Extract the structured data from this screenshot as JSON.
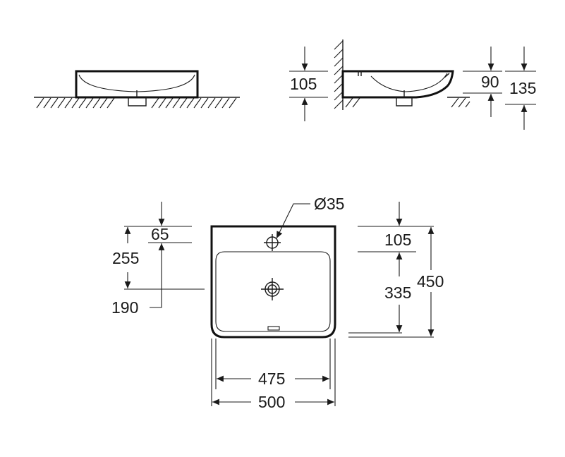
{
  "drawing": {
    "side_view_dims": {
      "height_left": "105",
      "height_inner": "90",
      "height_total": "135"
    },
    "top_view_dims": {
      "tap_hole": "Ø35",
      "tap_offset": "65",
      "drain_from_back": "255",
      "back_depth": "190",
      "right_top": "105",
      "right_mid": "335",
      "total_depth": "450",
      "inner_width": "475",
      "total_width": "500"
    }
  }
}
